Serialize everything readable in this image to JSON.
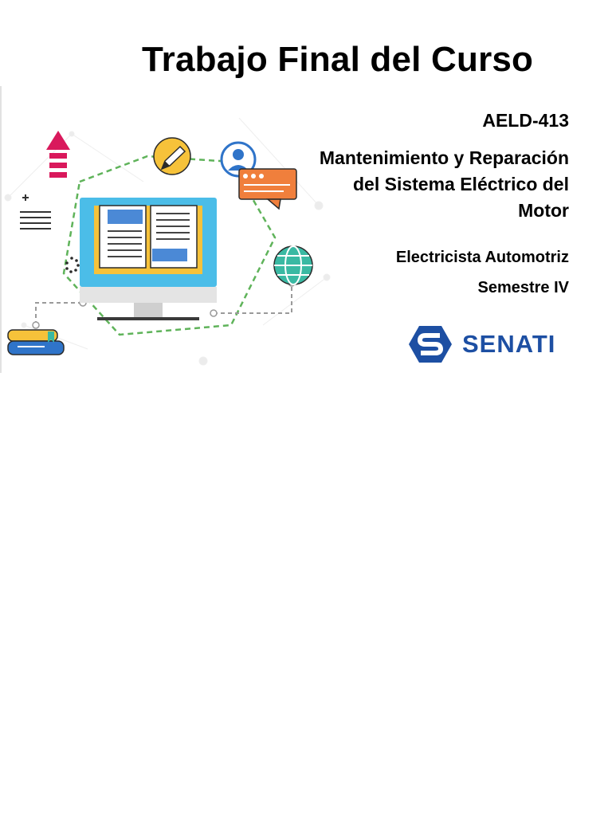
{
  "document": {
    "title": "Trabajo Final del Curso",
    "course_code": "AELD-413",
    "course_name_lines": [
      "Mantenimiento y Reparación",
      "del Sistema Eléctrico del",
      "Motor"
    ],
    "career": "Electricista Automotriz",
    "semester": "Semestre IV"
  },
  "logo": {
    "text": "SENATI",
    "color": "#1d4fa3"
  },
  "illustration": {
    "icons": [
      "upload-arrow-icon",
      "document-lines-icon",
      "pencil-icon",
      "user-icon",
      "chat-bubble-icon",
      "globe-icon",
      "open-book-icon",
      "monitor-icon",
      "books-stack-icon"
    ],
    "colors": {
      "screen": "#4bbde8",
      "book_frame": "#f6c23a",
      "dashed_line": "#5fb35a",
      "arrow": "#d9195c",
      "chat": "#f07f3c",
      "globe": "#3ab9a3"
    }
  }
}
